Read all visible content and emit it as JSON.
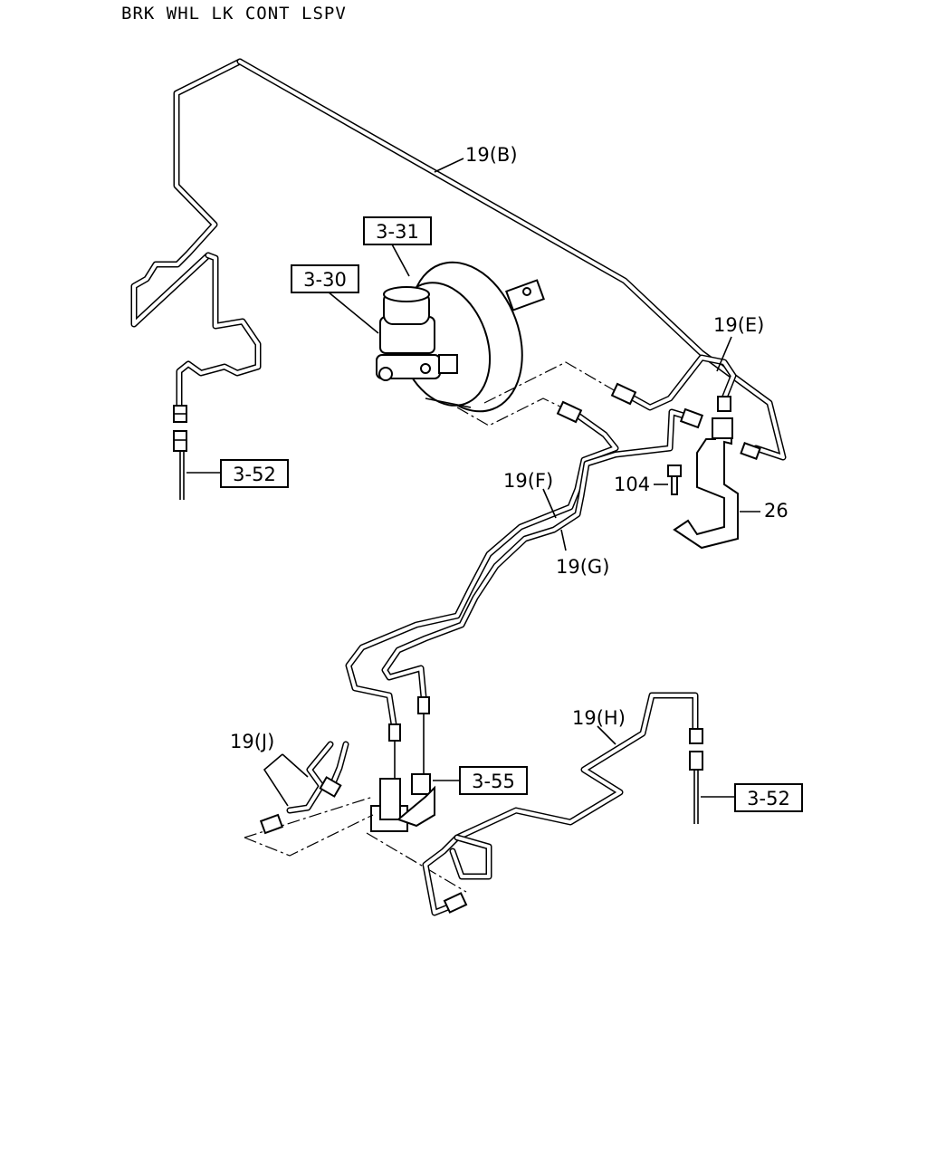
{
  "title": "BRK WHL LK CONT LSPV",
  "boxed_labels": {
    "ref_3_31": "3-31",
    "ref_3_30": "3-30",
    "ref_3_52_left": "3-52",
    "ref_3_52_right": "3-52",
    "ref_3_55": "3-55"
  },
  "callouts": {
    "pipe_b": "19(B)",
    "pipe_e": "19(E)",
    "pipe_f": "19(F)",
    "pipe_g": "19(G)",
    "pipe_h": "19(H)",
    "pipe_j": "19(J)",
    "bolt": "104",
    "bracket": "26"
  },
  "colors": {
    "ink": "#000000",
    "paper": "#ffffff"
  }
}
